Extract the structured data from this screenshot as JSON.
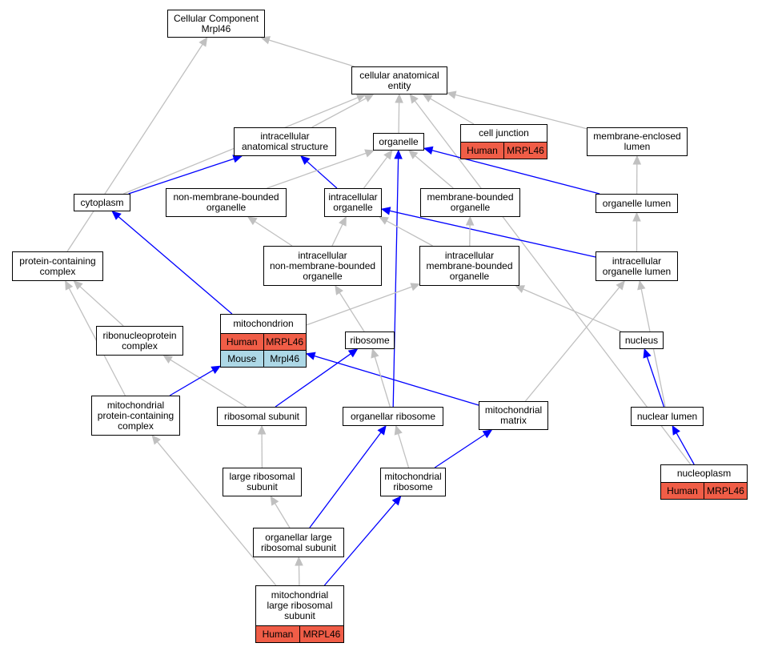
{
  "colors": {
    "is_a_edge": "#c0c0c0",
    "part_of_edge": "#0000ff",
    "human_row": "#f05d47",
    "mouse_row": "#add8e6"
  },
  "nodes": {
    "cc_mrpl46": {
      "label": "Cellular Component\nMrpl46",
      "rows": []
    },
    "cellular_anatomical_entity": {
      "label": "cellular anatomical\nentity",
      "rows": []
    },
    "intracellular_anatomical_structure": {
      "label": "intracellular\nanatomical structure",
      "rows": []
    },
    "organelle": {
      "label": "organelle",
      "rows": []
    },
    "cell_junction": {
      "label": "cell junction",
      "rows": [
        {
          "species": "Human",
          "gene": "MRPL46"
        }
      ]
    },
    "membrane_enclosed_lumen": {
      "label": "membrane-enclosed\nlumen",
      "rows": []
    },
    "cytoplasm": {
      "label": "cytoplasm",
      "rows": []
    },
    "non_membrane_bounded_organelle": {
      "label": "non-membrane-bounded\norganelle",
      "rows": []
    },
    "intracellular_organelle": {
      "label": "intracellular\norganelle",
      "rows": []
    },
    "membrane_bounded_organelle": {
      "label": "membrane-bounded\norganelle",
      "rows": []
    },
    "organelle_lumen": {
      "label": "organelle lumen",
      "rows": []
    },
    "protein_containing_complex": {
      "label": "protein-containing\ncomplex",
      "rows": []
    },
    "intracellular_non_membrane_bounded_organelle": {
      "label": "intracellular\nnon-membrane-bounded\norganelle",
      "rows": []
    },
    "intracellular_membrane_bounded_organelle": {
      "label": "intracellular\nmembrane-bounded\norganelle",
      "rows": []
    },
    "intracellular_organelle_lumen": {
      "label": "intracellular\norganelle lumen",
      "rows": []
    },
    "mitochondrion": {
      "label": "mitochondrion",
      "rows": [
        {
          "species": "Human",
          "gene": "MRPL46"
        },
        {
          "species": "Mouse",
          "gene": "Mrpl46"
        }
      ]
    },
    "ribonucleoprotein_complex": {
      "label": "ribonucleoprotein\ncomplex",
      "rows": []
    },
    "ribosome": {
      "label": "ribosome",
      "rows": []
    },
    "nucleus": {
      "label": "nucleus",
      "rows": []
    },
    "mitochondrial_protein_containing_complex": {
      "label": "mitochondrial\nprotein-containing\ncomplex",
      "rows": []
    },
    "ribosomal_subunit": {
      "label": "ribosomal subunit",
      "rows": []
    },
    "organellar_ribosome": {
      "label": "organellar ribosome",
      "rows": []
    },
    "mitochondrial_matrix": {
      "label": "mitochondrial\nmatrix",
      "rows": []
    },
    "nuclear_lumen": {
      "label": "nuclear lumen",
      "rows": []
    },
    "large_ribosomal_subunit": {
      "label": "large ribosomal\nsubunit",
      "rows": []
    },
    "mitochondrial_ribosome": {
      "label": "mitochondrial\nribosome",
      "rows": []
    },
    "nucleoplasm": {
      "label": "nucleoplasm",
      "rows": [
        {
          "species": "Human",
          "gene": "MRPL46"
        }
      ]
    },
    "organellar_large_ribosomal_subunit": {
      "label": "organellar large\nribosomal subunit",
      "rows": []
    },
    "mitochondrial_large_ribosomal_subunit": {
      "label": "mitochondrial\nlarge ribosomal\nsubunit",
      "rows": [
        {
          "species": "Human",
          "gene": "MRPL46"
        }
      ]
    }
  },
  "edges": [
    {
      "from": "cellular_anatomical_entity",
      "to": "cc_mrpl46",
      "type": "is_a"
    },
    {
      "from": "protein_containing_complex",
      "to": "cc_mrpl46",
      "type": "is_a"
    },
    {
      "from": "intracellular_anatomical_structure",
      "to": "cellular_anatomical_entity",
      "type": "is_a"
    },
    {
      "from": "organelle",
      "to": "cellular_anatomical_entity",
      "type": "is_a"
    },
    {
      "from": "cell_junction",
      "to": "cellular_anatomical_entity",
      "type": "is_a"
    },
    {
      "from": "membrane_enclosed_lumen",
      "to": "cellular_anatomical_entity",
      "type": "is_a"
    },
    {
      "from": "cytoplasm",
      "to": "cellular_anatomical_entity",
      "type": "is_a"
    },
    {
      "from": "nucleoplasm",
      "to": "cellular_anatomical_entity",
      "type": "is_a"
    },
    {
      "from": "cytoplasm",
      "to": "intracellular_anatomical_structure",
      "type": "part_of"
    },
    {
      "from": "intracellular_organelle",
      "to": "intracellular_anatomical_structure",
      "type": "part_of"
    },
    {
      "from": "non_membrane_bounded_organelle",
      "to": "organelle",
      "type": "is_a"
    },
    {
      "from": "intracellular_organelle",
      "to": "organelle",
      "type": "is_a"
    },
    {
      "from": "membrane_bounded_organelle",
      "to": "organelle",
      "type": "is_a"
    },
    {
      "from": "organelle_lumen",
      "to": "organelle",
      "type": "part_of"
    },
    {
      "from": "organellar_ribosome",
      "to": "organelle",
      "type": "part_of"
    },
    {
      "from": "organelle_lumen",
      "to": "membrane_enclosed_lumen",
      "type": "is_a"
    },
    {
      "from": "intracellular_organelle_lumen",
      "to": "organelle_lumen",
      "type": "is_a"
    },
    {
      "from": "intracellular_non_membrane_bounded_organelle",
      "to": "non_membrane_bounded_organelle",
      "type": "is_a"
    },
    {
      "from": "intracellular_non_membrane_bounded_organelle",
      "to": "intracellular_organelle",
      "type": "is_a"
    },
    {
      "from": "intracellular_membrane_bounded_organelle",
      "to": "intracellular_organelle",
      "type": "is_a"
    },
    {
      "from": "intracellular_organelle_lumen",
      "to": "intracellular_organelle",
      "type": "part_of"
    },
    {
      "from": "intracellular_membrane_bounded_organelle",
      "to": "membrane_bounded_organelle",
      "type": "is_a"
    },
    {
      "from": "ribonucleoprotein_complex",
      "to": "protein_containing_complex",
      "type": "is_a"
    },
    {
      "from": "mitochondrial_protein_containing_complex",
      "to": "protein_containing_complex",
      "type": "is_a"
    },
    {
      "from": "mitochondrion",
      "to": "cytoplasm",
      "type": "part_of"
    },
    {
      "from": "mitochondrion",
      "to": "intracellular_membrane_bounded_organelle",
      "type": "is_a"
    },
    {
      "from": "ribosome",
      "to": "intracellular_non_membrane_bounded_organelle",
      "type": "is_a"
    },
    {
      "from": "nucleus",
      "to": "intracellular_membrane_bounded_organelle",
      "type": "is_a"
    },
    {
      "from": "mitochondrial_matrix",
      "to": "intracellular_organelle_lumen",
      "type": "is_a"
    },
    {
      "from": "nuclear_lumen",
      "to": "intracellular_organelle_lumen",
      "type": "is_a"
    },
    {
      "from": "ribosomal_subunit",
      "to": "ribonucleoprotein_complex",
      "type": "is_a"
    },
    {
      "from": "mitochondrial_protein_containing_complex",
      "to": "mitochondrion",
      "type": "part_of"
    },
    {
      "from": "mitochondrial_matrix",
      "to": "mitochondrion",
      "type": "part_of"
    },
    {
      "from": "ribosomal_subunit",
      "to": "ribosome",
      "type": "part_of"
    },
    {
      "from": "organellar_ribosome",
      "to": "ribosome",
      "type": "is_a"
    },
    {
      "from": "nuclear_lumen",
      "to": "nucleus",
      "type": "part_of"
    },
    {
      "from": "mitochondrial_large_ribosomal_subunit",
      "to": "mitochondrial_protein_containing_complex",
      "type": "is_a"
    },
    {
      "from": "large_ribosomal_subunit",
      "to": "ribosomal_subunit",
      "type": "is_a"
    },
    {
      "from": "organellar_large_ribosomal_subunit",
      "to": "organellar_ribosome",
      "type": "part_of"
    },
    {
      "from": "mitochondrial_ribosome",
      "to": "organellar_ribosome",
      "type": "is_a"
    },
    {
      "from": "mitochondrial_ribosome",
      "to": "mitochondrial_matrix",
      "type": "part_of"
    },
    {
      "from": "nucleoplasm",
      "to": "nuclear_lumen",
      "type": "part_of"
    },
    {
      "from": "organellar_large_ribosomal_subunit",
      "to": "large_ribosomal_subunit",
      "type": "is_a"
    },
    {
      "from": "mitochondrial_large_ribosomal_subunit",
      "to": "mitochondrial_ribosome",
      "type": "part_of"
    },
    {
      "from": "mitochondrial_large_ribosomal_subunit",
      "to": "organellar_large_ribosomal_subunit",
      "type": "is_a"
    }
  ]
}
